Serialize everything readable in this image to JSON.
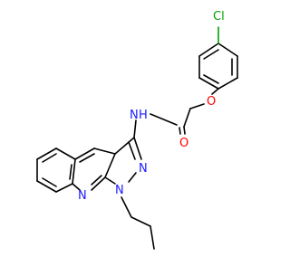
{
  "molecule": {
    "atom_labels": {
      "chlorine": "Cl",
      "ether_oxygen": "O",
      "carbonyl_oxygen": "O",
      "amide_nitrogen": "N",
      "amide_hydrogen": "H",
      "pyrazole_n2": "N",
      "pyrazole_n1": "N",
      "quinoline_n": "N"
    },
    "colors": {
      "carbon_bond": "#000000",
      "nitrogen": "#1a1aff",
      "oxygen": "#ff0000",
      "chlorine": "#00a000"
    }
  }
}
